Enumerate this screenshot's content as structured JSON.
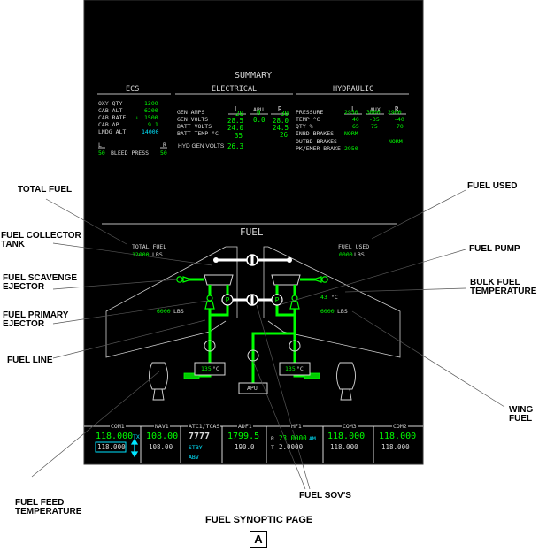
{
  "summary": {
    "title": "SUMMARY",
    "ecs": {
      "title": "ECS",
      "rows": [
        {
          "label": "OXY QTY",
          "value": "1200"
        },
        {
          "label": "CAB ALT",
          "value": "6200"
        },
        {
          "label": "CAB RATE",
          "value": "1500",
          "arrow": "↓"
        },
        {
          "label": "CAB ΔP",
          "value": "9.1"
        },
        {
          "label": "LNDG ALT",
          "value": "14000"
        }
      ],
      "bleed": {
        "left_label": "L",
        "right_label": "R",
        "left_value": "50",
        "right_value": "50",
        "label": "BLEED PRESS"
      }
    },
    "electrical": {
      "title": "ELECTRICAL",
      "columns": [
        "L",
        "APU",
        "R"
      ],
      "rows": [
        {
          "label": "GEN AMPS",
          "values": [
            "20",
            "0",
            "30"
          ]
        },
        {
          "label": "GEN VOLTS",
          "values": [
            "28.5",
            "0.0",
            "28.0"
          ]
        },
        {
          "label": "BATT VOLTS",
          "values": [
            "24.0",
            "",
            "24.5"
          ]
        },
        {
          "label": "BATT TEMP °C",
          "values": [
            "35",
            "",
            "26"
          ]
        },
        {
          "label": "HYD GEN VOLTS",
          "values": [
            "26.3",
            "",
            ""
          ]
        }
      ]
    },
    "hydraulic": {
      "title": "HYDRAULIC",
      "columns": [
        "L",
        "AUX",
        "R"
      ],
      "rows": [
        {
          "label": "PRESSURE",
          "values": [
            "2950",
            "3000",
            "2900"
          ]
        },
        {
          "label": "TEMP °C",
          "values": [
            "40",
            "-35",
            "-40"
          ]
        },
        {
          "label": "QTY %",
          "values": [
            "65",
            "75",
            "70"
          ]
        },
        {
          "label": "INBD BRAKES",
          "values": [
            "NORM",
            "",
            ""
          ]
        },
        {
          "label": "OUTBD BRAKES",
          "values": [
            "",
            "",
            "NORM"
          ]
        },
        {
          "label": "PK/EMER BRAKE",
          "values": [
            "2950",
            "",
            ""
          ]
        }
      ]
    }
  },
  "fuel": {
    "title": "FUEL",
    "total_fuel_label": "TOTAL FUEL",
    "total_fuel_value": "12000",
    "fuel_used_label": "FUEL USED",
    "fuel_used_value": "0000",
    "unit_lbs": "LBS",
    "left_wing_value": "6000",
    "right_wing_value": "6000",
    "bulk_temp_value": "43",
    "unit_degc": "°C",
    "left_feed_temp": "135",
    "right_feed_temp": "135",
    "apu_label": "APU",
    "pump_label": "P",
    "colors": {
      "active_line": "#00ff00",
      "outline": "#d8d8d8",
      "background": "#000000"
    }
  },
  "radio_bar": {
    "com1": {
      "title": "COM1",
      "active": "118.000",
      "standby": "118.000",
      "tx": "TX"
    },
    "nav1": {
      "title": "NAV1",
      "active": "108.00",
      "standby": "108.00"
    },
    "atc": {
      "title": "ATC1/TCAS",
      "code": "7777",
      "mode": "STBY",
      "mode2": "ABV"
    },
    "adf1": {
      "title": "ADF1",
      "active": "1799.5",
      "standby": "190.0"
    },
    "hf1": {
      "title": "HF1",
      "r_label": "R",
      "r_value": "23.0000",
      "r_mode": "AM",
      "t_label": "T",
      "t_value": "2.0000"
    },
    "com3": {
      "title": "COM3",
      "active": "118.000",
      "standby": "118.000"
    },
    "com2": {
      "title": "COM2",
      "active": "118.000",
      "standby": "118.000"
    }
  },
  "callouts": {
    "total_fuel": "TOTAL FUEL",
    "fuel_collector_tank": [
      "FUEL COLLECTOR",
      "TANK"
    ],
    "fuel_scavenge_ejector": [
      "FUEL SCAVENGE",
      "EJECTOR"
    ],
    "fuel_primary_ejector": [
      "FUEL PRIMARY",
      "EJECTOR"
    ],
    "fuel_line": "FUEL LINE",
    "fuel_feed_temperature": [
      "FUEL FEED",
      "TEMPERATURE"
    ],
    "fuel_used": "FUEL USED",
    "fuel_pump": "FUEL PUMP",
    "bulk_fuel_temperature": [
      "BULK FUEL",
      "TEMPERATURE"
    ],
    "wing_fuel": [
      "WING",
      "FUEL"
    ],
    "fuel_sovs": "FUEL SOV'S"
  },
  "caption": {
    "title": "FUEL SYNOPTIC PAGE",
    "figure_letter": "A"
  }
}
